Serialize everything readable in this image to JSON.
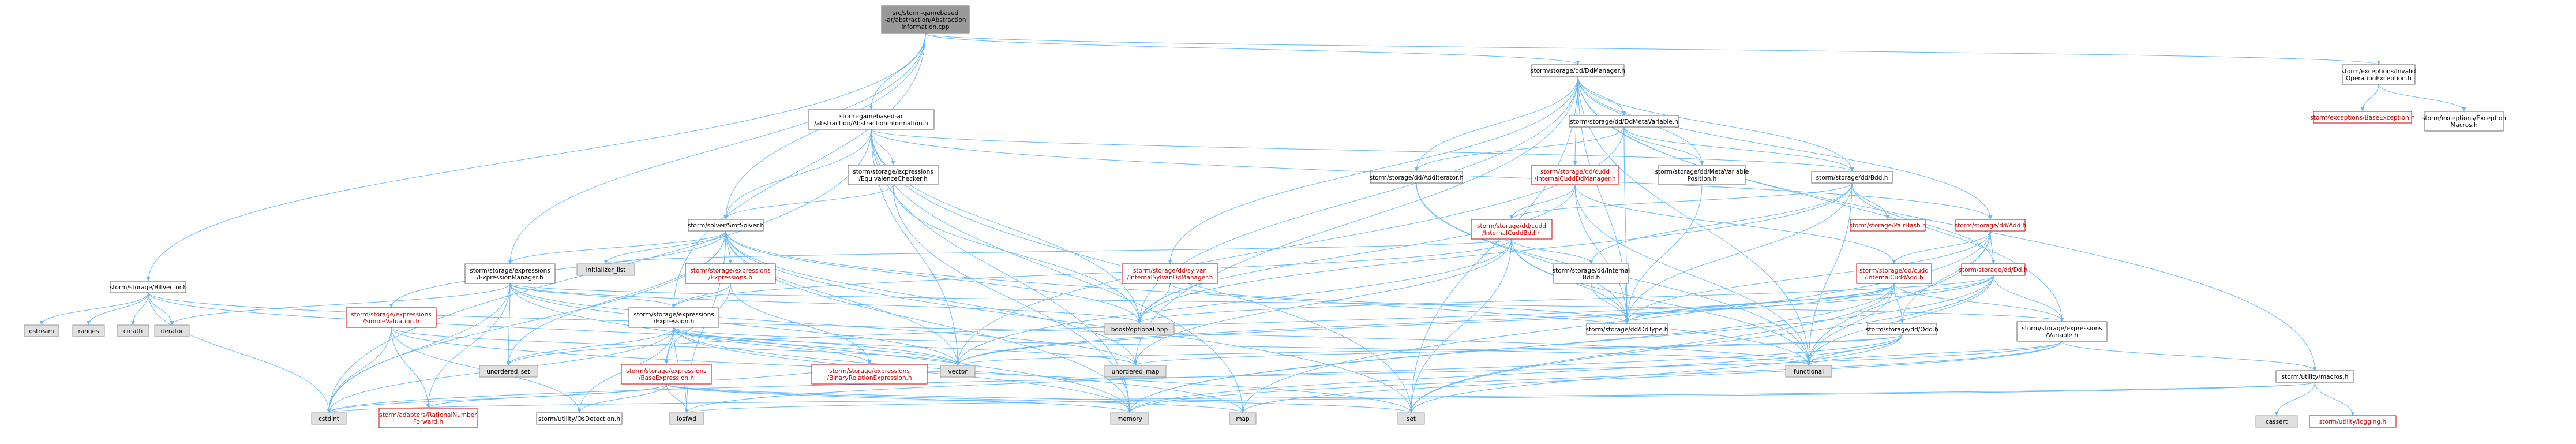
{
  "graph": {
    "edge_color": "#63b8ff",
    "nodes": {
      "root": {
        "lines": [
          "src/storm-gamebased",
          "-ar/abstraction/Abstraction",
          "Information.cpp"
        ],
        "style": "gray"
      },
      "agai": {
        "lines": [
          "storm-gamebased-ar",
          "/abstraction/AbstractionInformation.h"
        ],
        "style": "white"
      },
      "ddmgr": {
        "lines": [
          "storm/storage/dd/DdManager.h"
        ],
        "style": "white"
      },
      "invop": {
        "lines": [
          "storm/exceptions/Invalid",
          "OperationException.h"
        ],
        "style": "white"
      },
      "baseexc": {
        "lines": [
          "storm/exceptions/BaseException.h"
        ],
        "style": "red"
      },
      "excmac": {
        "lines": [
          "storm/exceptions/Exception",
          "Macros.h"
        ],
        "style": "white"
      },
      "bitvec": {
        "lines": [
          "storm/storage/BitVector.h"
        ],
        "style": "white"
      },
      "eqchk": {
        "lines": [
          "storm/storage/expressions",
          "/EquivalenceChecker.h"
        ],
        "style": "white"
      },
      "smt": {
        "lines": [
          "storm/solver/SmtSolver.h"
        ],
        "style": "white"
      },
      "exprmgr": {
        "lines": [
          "storm/storage/expressions",
          "/ExpressionManager.h"
        ],
        "style": "white"
      },
      "simpleval": {
        "lines": [
          "storm/storage/expressions",
          "/SimpleValuation.h"
        ],
        "style": "red"
      },
      "exprs": {
        "lines": [
          "storm/storage/expressions",
          "/Expressions.h"
        ],
        "style": "red"
      },
      "expr": {
        "lines": [
          "storm/storage/expressions",
          "/Expression.h"
        ],
        "style": "white"
      },
      "baseexpr": {
        "lines": [
          "storm/storage/expressions",
          "/BaseExpression.h"
        ],
        "style": "red"
      },
      "binrel": {
        "lines": [
          "storm/storage/expressions",
          "/BinaryRelationExpression.h"
        ],
        "style": "red"
      },
      "ratnum": {
        "lines": [
          "storm/adapters/RationalNumber",
          "Forward.h"
        ],
        "style": "red"
      },
      "osdet": {
        "lines": [
          "storm/utility/OsDetection.h"
        ],
        "style": "white"
      },
      "ddmetavar": {
        "lines": [
          "storm/storage/dd/DdMetaVariable.h"
        ],
        "style": "white"
      },
      "addit": {
        "lines": [
          "storm/storage/dd/AddIterator.h"
        ],
        "style": "white"
      },
      "cuddmgr": {
        "lines": [
          "storm/storage/dd/cudd",
          "/InternalCuddDdManager.h"
        ],
        "style": "red"
      },
      "cuddbdd": {
        "lines": [
          "storm/storage/dd/cudd",
          "/InternalCuddBdd.h"
        ],
        "style": "red"
      },
      "intbdd": {
        "lines": [
          "storm/storage/dd/Internal",
          "Bdd.h"
        ],
        "style": "white"
      },
      "sylvan": {
        "lines": [
          "storm/storage/dd/sylvan",
          "/InternalSylvanDdManager.h"
        ],
        "style": "red"
      },
      "metapos": {
        "lines": [
          "storm/storage/dd/MetaVariable",
          "Position.h"
        ],
        "style": "white"
      },
      "bdd": {
        "lines": [
          "storm/storage/dd/Bdd.h"
        ],
        "style": "white"
      },
      "pairhash": {
        "lines": [
          "storm/storage/PairHash.h"
        ],
        "style": "red"
      },
      "add": {
        "lines": [
          "storm/storage/dd/Add.h"
        ],
        "style": "red"
      },
      "dd": {
        "lines": [
          "storm/storage/dd/Dd.h"
        ],
        "style": "red"
      },
      "cuddadd": {
        "lines": [
          "storm/storage/dd/cudd",
          "/InternalCuddAdd.h"
        ],
        "style": "red"
      },
      "odd": {
        "lines": [
          "storm/storage/dd/Odd.h"
        ],
        "style": "white"
      },
      "ddtype": {
        "lines": [
          "storm/storage/dd/DdType.h"
        ],
        "style": "white"
      },
      "variable": {
        "lines": [
          "storm/storage/expressions",
          "/Variable.h"
        ],
        "style": "white"
      },
      "macros": {
        "lines": [
          "storm/utility/macros.h"
        ],
        "style": "white"
      },
      "logging": {
        "lines": [
          "storm/utility/logging.h"
        ],
        "style": "red"
      },
      "cassert": {
        "lines": [
          "cassert"
        ],
        "style": "lib"
      },
      "ostream": {
        "lines": [
          "ostream"
        ],
        "style": "lib"
      },
      "ranges": {
        "lines": [
          "ranges"
        ],
        "style": "lib"
      },
      "cmath": {
        "lines": [
          "cmath"
        ],
        "style": "lib"
      },
      "iterator": {
        "lines": [
          "iterator"
        ],
        "style": "lib"
      },
      "cstdint": {
        "lines": [
          "cstdint"
        ],
        "style": "lib"
      },
      "init_list": {
        "lines": [
          "initializer_list"
        ],
        "style": "lib"
      },
      "boostopt": {
        "lines": [
          "boost/optional.hpp"
        ],
        "style": "lib"
      },
      "uset": {
        "lines": [
          "unordered_set"
        ],
        "style": "lib"
      },
      "vector": {
        "lines": [
          "vector"
        ],
        "style": "lib"
      },
      "umap": {
        "lines": [
          "unordered_map"
        ],
        "style": "lib"
      },
      "functional": {
        "lines": [
          "functional"
        ],
        "style": "lib"
      },
      "iosfwd": {
        "lines": [
          "iosfwd"
        ],
        "style": "lib"
      },
      "memory": {
        "lines": [
          "memory"
        ],
        "style": "lib"
      },
      "map": {
        "lines": [
          "map"
        ],
        "style": "lib"
      },
      "set": {
        "lines": [
          "set"
        ],
        "style": "lib"
      }
    },
    "edges": [
      [
        "root",
        "agai"
      ],
      [
        "root",
        "ddmgr"
      ],
      [
        "root",
        "invop"
      ],
      [
        "root",
        "bitvec"
      ],
      [
        "root",
        "exprmgr"
      ],
      [
        "root",
        "smt"
      ],
      [
        "root",
        "expr"
      ],
      [
        "invop",
        "baseexc"
      ],
      [
        "invop",
        "excmac"
      ],
      [
        "agai",
        "eqchk"
      ],
      [
        "agai",
        "smt"
      ],
      [
        "agai",
        "bdd"
      ],
      [
        "agai",
        "add"
      ],
      [
        "agai",
        "cstdint"
      ],
      [
        "agai",
        "vector"
      ],
      [
        "agai",
        "memory"
      ],
      [
        "agai",
        "set"
      ],
      [
        "agai",
        "map"
      ],
      [
        "agai",
        "boostopt"
      ],
      [
        "ddmgr",
        "ddmetavar"
      ],
      [
        "ddmgr",
        "addit"
      ],
      [
        "ddmgr",
        "cuddmgr"
      ],
      [
        "ddmgr",
        "sylvan"
      ],
      [
        "ddmgr",
        "metapos"
      ],
      [
        "ddmgr",
        "bdd"
      ],
      [
        "ddmgr",
        "add"
      ],
      [
        "ddmgr",
        "ddtype"
      ],
      [
        "ddmgr",
        "boostopt"
      ],
      [
        "ddmgr",
        "functional"
      ],
      [
        "ddmgr",
        "set"
      ],
      [
        "ddmgr",
        "macros"
      ],
      [
        "ddmgr",
        "umap"
      ],
      [
        "ddmgr",
        "variable"
      ],
      [
        "bitvec",
        "ostream"
      ],
      [
        "bitvec",
        "ranges"
      ],
      [
        "bitvec",
        "cmath"
      ],
      [
        "bitvec",
        "iterator"
      ],
      [
        "bitvec",
        "cstdint"
      ],
      [
        "bitvec",
        "vector"
      ],
      [
        "bitvec",
        "functional"
      ],
      [
        "eqchk",
        "smt"
      ],
      [
        "eqchk",
        "boostopt"
      ],
      [
        "eqchk",
        "memory"
      ],
      [
        "smt",
        "exprmgr"
      ],
      [
        "smt",
        "exprs"
      ],
      [
        "smt",
        "simpleval"
      ],
      [
        "smt",
        "init_list"
      ],
      [
        "smt",
        "boostopt"
      ],
      [
        "smt",
        "uset"
      ],
      [
        "smt",
        "vector"
      ],
      [
        "smt",
        "cstdint"
      ],
      [
        "smt",
        "set"
      ],
      [
        "smt",
        "memory"
      ],
      [
        "smt",
        "umap"
      ],
      [
        "smt",
        "functional"
      ],
      [
        "smt",
        "iosfwd"
      ],
      [
        "exprmgr",
        "expr"
      ],
      [
        "exprmgr",
        "variable"
      ],
      [
        "exprmgr",
        "iterator"
      ],
      [
        "exprmgr",
        "cstdint"
      ],
      [
        "exprmgr",
        "uset"
      ],
      [
        "exprmgr",
        "umap"
      ],
      [
        "exprmgr",
        "memory"
      ],
      [
        "exprmgr",
        "ratnum"
      ],
      [
        "exprmgr",
        "boostopt"
      ],
      [
        "exprmgr",
        "vector"
      ],
      [
        "simpleval",
        "ratnum"
      ],
      [
        "simpleval",
        "osdet"
      ],
      [
        "simpleval",
        "cstdint"
      ],
      [
        "simpleval",
        "vector"
      ],
      [
        "simpleval",
        "set"
      ],
      [
        "exprs",
        "expr"
      ],
      [
        "exprs",
        "binrel"
      ],
      [
        "exprs",
        "baseexpr"
      ],
      [
        "expr",
        "baseexpr"
      ],
      [
        "expr",
        "binrel"
      ],
      [
        "expr",
        "osdet"
      ],
      [
        "expr",
        "cstdint"
      ],
      [
        "expr",
        "vector"
      ],
      [
        "expr",
        "map"
      ],
      [
        "expr",
        "iosfwd"
      ],
      [
        "expr",
        "functional"
      ],
      [
        "expr",
        "memory"
      ],
      [
        "expr",
        "uset"
      ],
      [
        "expr",
        "umap"
      ],
      [
        "baseexpr",
        "ratnum"
      ],
      [
        "baseexpr",
        "osdet"
      ],
      [
        "baseexpr",
        "cstdint"
      ],
      [
        "baseexpr",
        "iosfwd"
      ],
      [
        "baseexpr",
        "memory"
      ],
      [
        "baseexpr",
        "set"
      ],
      [
        "baseexpr",
        "map"
      ],
      [
        "baseexpr",
        "vector"
      ],
      [
        "ddmetavar",
        "addit"
      ],
      [
        "ddmetavar",
        "bdd"
      ],
      [
        "ddmetavar",
        "ddtype"
      ],
      [
        "ddmetavar",
        "vector"
      ],
      [
        "ddmetavar",
        "metapos"
      ],
      [
        "addit",
        "ddtype"
      ],
      [
        "addit",
        "functional"
      ],
      [
        "cuddmgr",
        "cuddbdd"
      ],
      [
        "cuddmgr",
        "cuddadd"
      ],
      [
        "cuddmgr",
        "ddtype"
      ],
      [
        "cuddmgr",
        "boostopt"
      ],
      [
        "cuddmgr",
        "functional"
      ],
      [
        "cuddbdd",
        "intbdd"
      ],
      [
        "cuddbdd",
        "ddtype"
      ],
      [
        "cuddbdd",
        "expr"
      ],
      [
        "cuddbdd",
        "init_list"
      ],
      [
        "cuddbdd",
        "functional"
      ],
      [
        "cuddbdd",
        "set"
      ],
      [
        "cuddbdd",
        "umap"
      ],
      [
        "cuddbdd",
        "vector"
      ],
      [
        "intbdd",
        "ddtype"
      ],
      [
        "sylvan",
        "ddtype"
      ],
      [
        "sylvan",
        "boostopt"
      ],
      [
        "metapos",
        "ddtype"
      ],
      [
        "bdd",
        "pairhash"
      ],
      [
        "bdd",
        "dd"
      ],
      [
        "bdd",
        "cuddbdd"
      ],
      [
        "bdd",
        "intbdd"
      ],
      [
        "bdd",
        "ddtype"
      ],
      [
        "bdd",
        "functional"
      ],
      [
        "bdd",
        "boostopt"
      ],
      [
        "add",
        "dd"
      ],
      [
        "add",
        "cuddadd"
      ],
      [
        "add",
        "odd"
      ],
      [
        "add",
        "ddtype"
      ],
      [
        "add",
        "functional"
      ],
      [
        "add",
        "map"
      ],
      [
        "dd",
        "ddtype"
      ],
      [
        "dd",
        "variable"
      ],
      [
        "dd",
        "functional"
      ],
      [
        "dd",
        "memory"
      ],
      [
        "dd",
        "set"
      ],
      [
        "dd",
        "vector"
      ],
      [
        "dd",
        "boostopt"
      ],
      [
        "cuddadd",
        "ddtype"
      ],
      [
        "cuddadd",
        "odd"
      ],
      [
        "cuddadd",
        "functional"
      ],
      [
        "cuddadd",
        "uset"
      ],
      [
        "cuddadd",
        "memory"
      ],
      [
        "cuddadd",
        "set"
      ],
      [
        "cuddadd",
        "vector"
      ],
      [
        "cuddadd",
        "variable"
      ],
      [
        "odd",
        "vector"
      ],
      [
        "odd",
        "functional"
      ],
      [
        "odd",
        "memory"
      ],
      [
        "odd",
        "set"
      ],
      [
        "odd",
        "iosfwd"
      ],
      [
        "odd",
        "umap"
      ],
      [
        "variable",
        "macros"
      ],
      [
        "variable",
        "memory"
      ],
      [
        "variable",
        "functional"
      ],
      [
        "variable",
        "cstdint"
      ],
      [
        "variable",
        "map"
      ],
      [
        "macros",
        "cassert"
      ],
      [
        "macros",
        "logging"
      ],
      [
        "macros",
        "iosfwd"
      ],
      [
        "macros",
        "cstdint"
      ]
    ]
  }
}
